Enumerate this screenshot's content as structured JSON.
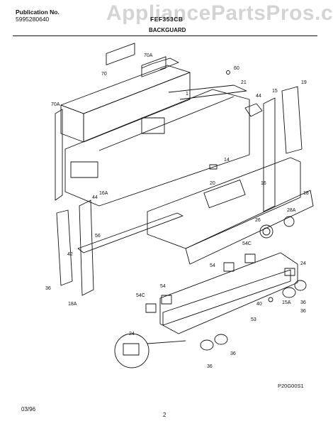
{
  "header": {
    "publication_label": "Publication No.",
    "publication_number": "5995280640",
    "model_number": "FEF353CB",
    "section_title": "BACKGUARD"
  },
  "watermark": "AppliancePartsPros.com",
  "diagram_code": "P20G00S1",
  "footer": {
    "date": "03/96",
    "page": "2"
  },
  "callouts": [
    "70A",
    "70",
    "60",
    "21",
    "1",
    "44",
    "15",
    "19",
    "70A",
    "14",
    "20",
    "16",
    "16A",
    "44",
    "18",
    "28A",
    "26",
    "56",
    "42",
    "54C",
    "54",
    "24",
    "54C",
    "54",
    "40",
    "36",
    "36",
    "53",
    "24",
    "36",
    "36",
    "15A",
    "18A",
    "36"
  ]
}
